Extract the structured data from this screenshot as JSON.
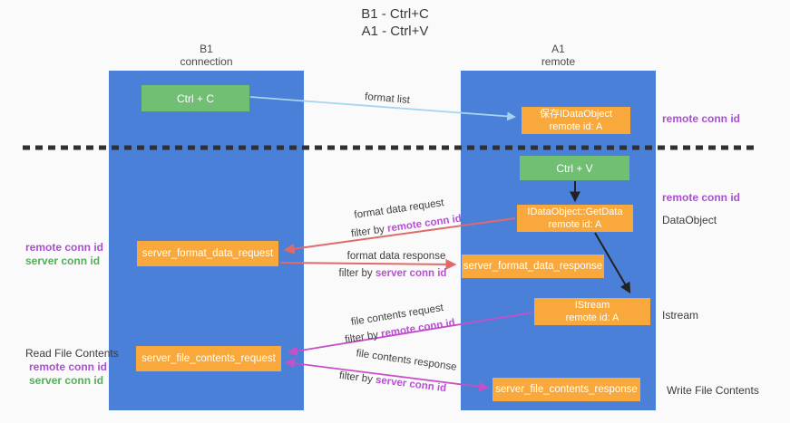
{
  "title": {
    "line1": "B1 - Ctrl+C",
    "line2": "A1 - Ctrl+V"
  },
  "columns": {
    "left": {
      "name": "B1",
      "subtitle": "connection"
    },
    "right": {
      "name": "A1",
      "subtitle": "remote"
    }
  },
  "boxes": {
    "ctrl_c": {
      "label": "Ctrl + C"
    },
    "ctrl_v": {
      "label": "Ctrl + V"
    },
    "save_dataobject": {
      "line1": "保存IDataObject",
      "line2": "remote id: A"
    },
    "getdata": {
      "line1": "IDataObject::GetData",
      "line2": "remote id: A"
    },
    "istream": {
      "line1": "IStream",
      "line2": "remote id: A"
    },
    "server_format_data_request": {
      "label": "server_format_data_request"
    },
    "server_format_data_response": {
      "label": "server_format_data_response"
    },
    "server_file_contents_request": {
      "label": "server_file_contents_request"
    },
    "server_file_contents_response": {
      "label": "server_file_contents_response"
    }
  },
  "flow_labels": {
    "format_list": "format list",
    "format_data_request": "format data request",
    "format_data_response": "format data response",
    "file_contents_request": "file contents request",
    "file_contents_response": "file contents response",
    "filter_by": "filter by ",
    "remote_conn_id": "remote conn id",
    "server_conn_id": "server conn id"
  },
  "side_labels": {
    "remote_conn_id": "remote conn id",
    "server_conn_id": "server conn id",
    "dataobject": "DataObject",
    "istream": "Istream",
    "read_file_contents": "Read File Contents",
    "write_file_contents": "Write File Contents"
  },
  "colors": {
    "lifeline_blue": "#4a80d8",
    "box_orange": "#f9a93c",
    "box_green": "#70bf73",
    "arrow_salmon": "#e06a6a",
    "arrow_magenta": "#c94fc9",
    "arrow_light_blue": "#a6d3f0",
    "arrow_black": "#222222",
    "conn_id_purple": "#a94fd0",
    "conn_id_green": "#57ac5d",
    "dashed_divider": "#303030",
    "background": "#fafafa"
  }
}
